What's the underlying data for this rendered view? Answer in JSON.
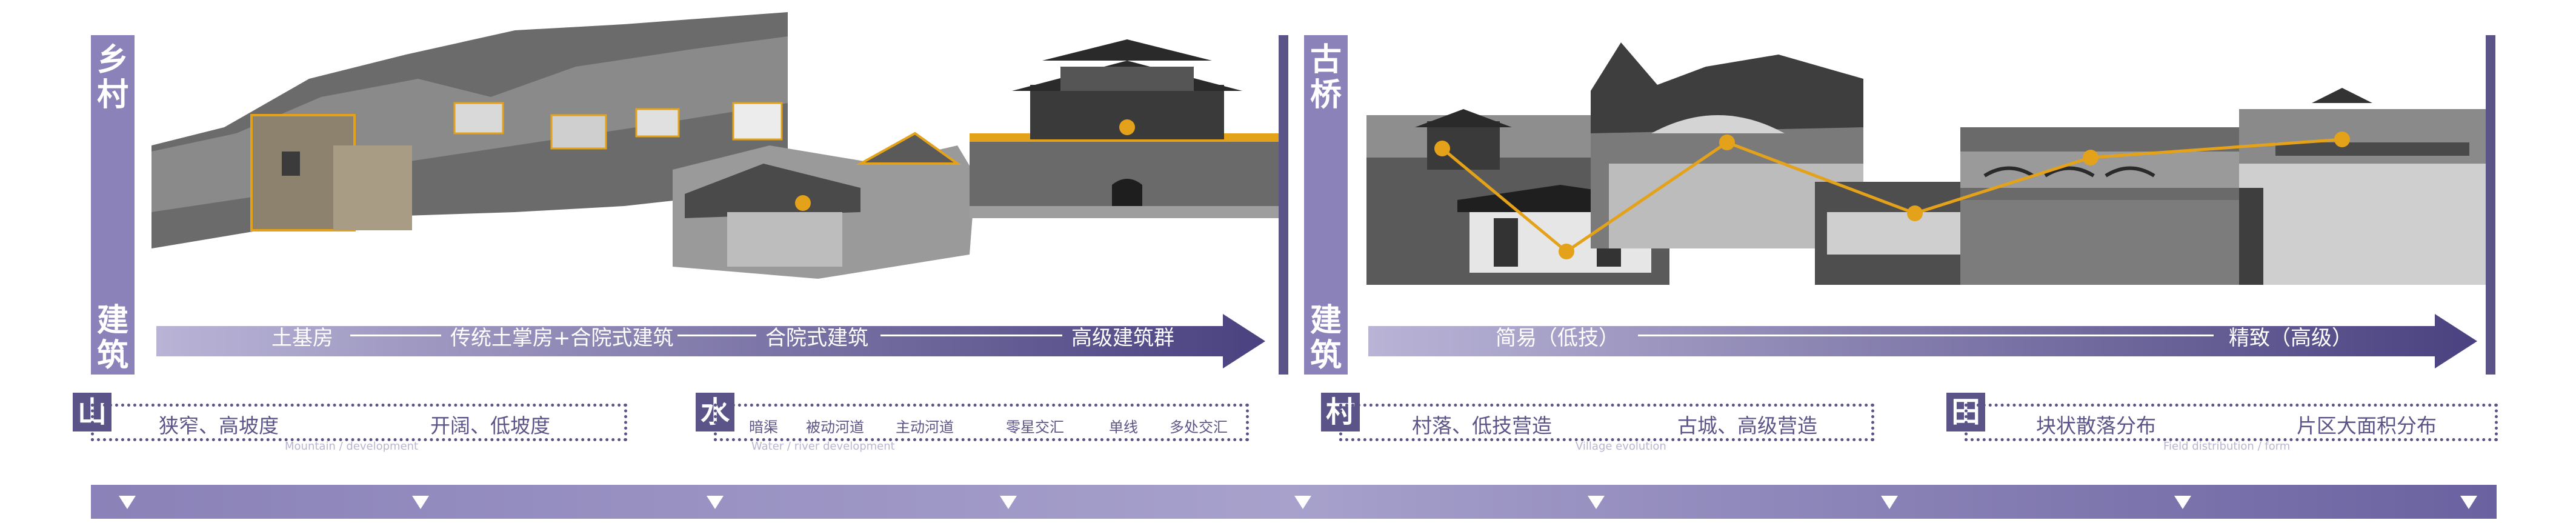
{
  "village": {
    "side_label": "乡村",
    "bottom_label": "建筑",
    "axis_labels": [
      "土基房",
      "传统土掌房+合院式建筑",
      "合院式建筑",
      "高级建筑群"
    ]
  },
  "bridge": {
    "side_label": "古桥",
    "bottom_label": "建筑",
    "axis_labels": [
      "简易（低技）",
      "精致（高级）"
    ]
  },
  "categories": [
    {
      "icon": "山",
      "items": [
        "狭窄、高坡度",
        "开阔、低坡度"
      ],
      "sub": "Mountain / development"
    },
    {
      "icon": "水",
      "items": [
        "暗渠",
        "被动河道",
        "主动河道",
        "零星交汇",
        "单线",
        "多处交汇"
      ],
      "sub": "Water / river development"
    },
    {
      "icon": "村",
      "items": [
        "村落、低技营造",
        "古城、高级营造"
      ],
      "sub": "Village evolution"
    },
    {
      "icon": "田",
      "items": [
        "块状散落分布",
        "片区大面积分布"
      ],
      "sub": "Field distribution / form"
    }
  ],
  "colors": {
    "primary": "#5b5488",
    "bar_light": "#8a82b8",
    "accent_dot": "#e3a21a"
  }
}
